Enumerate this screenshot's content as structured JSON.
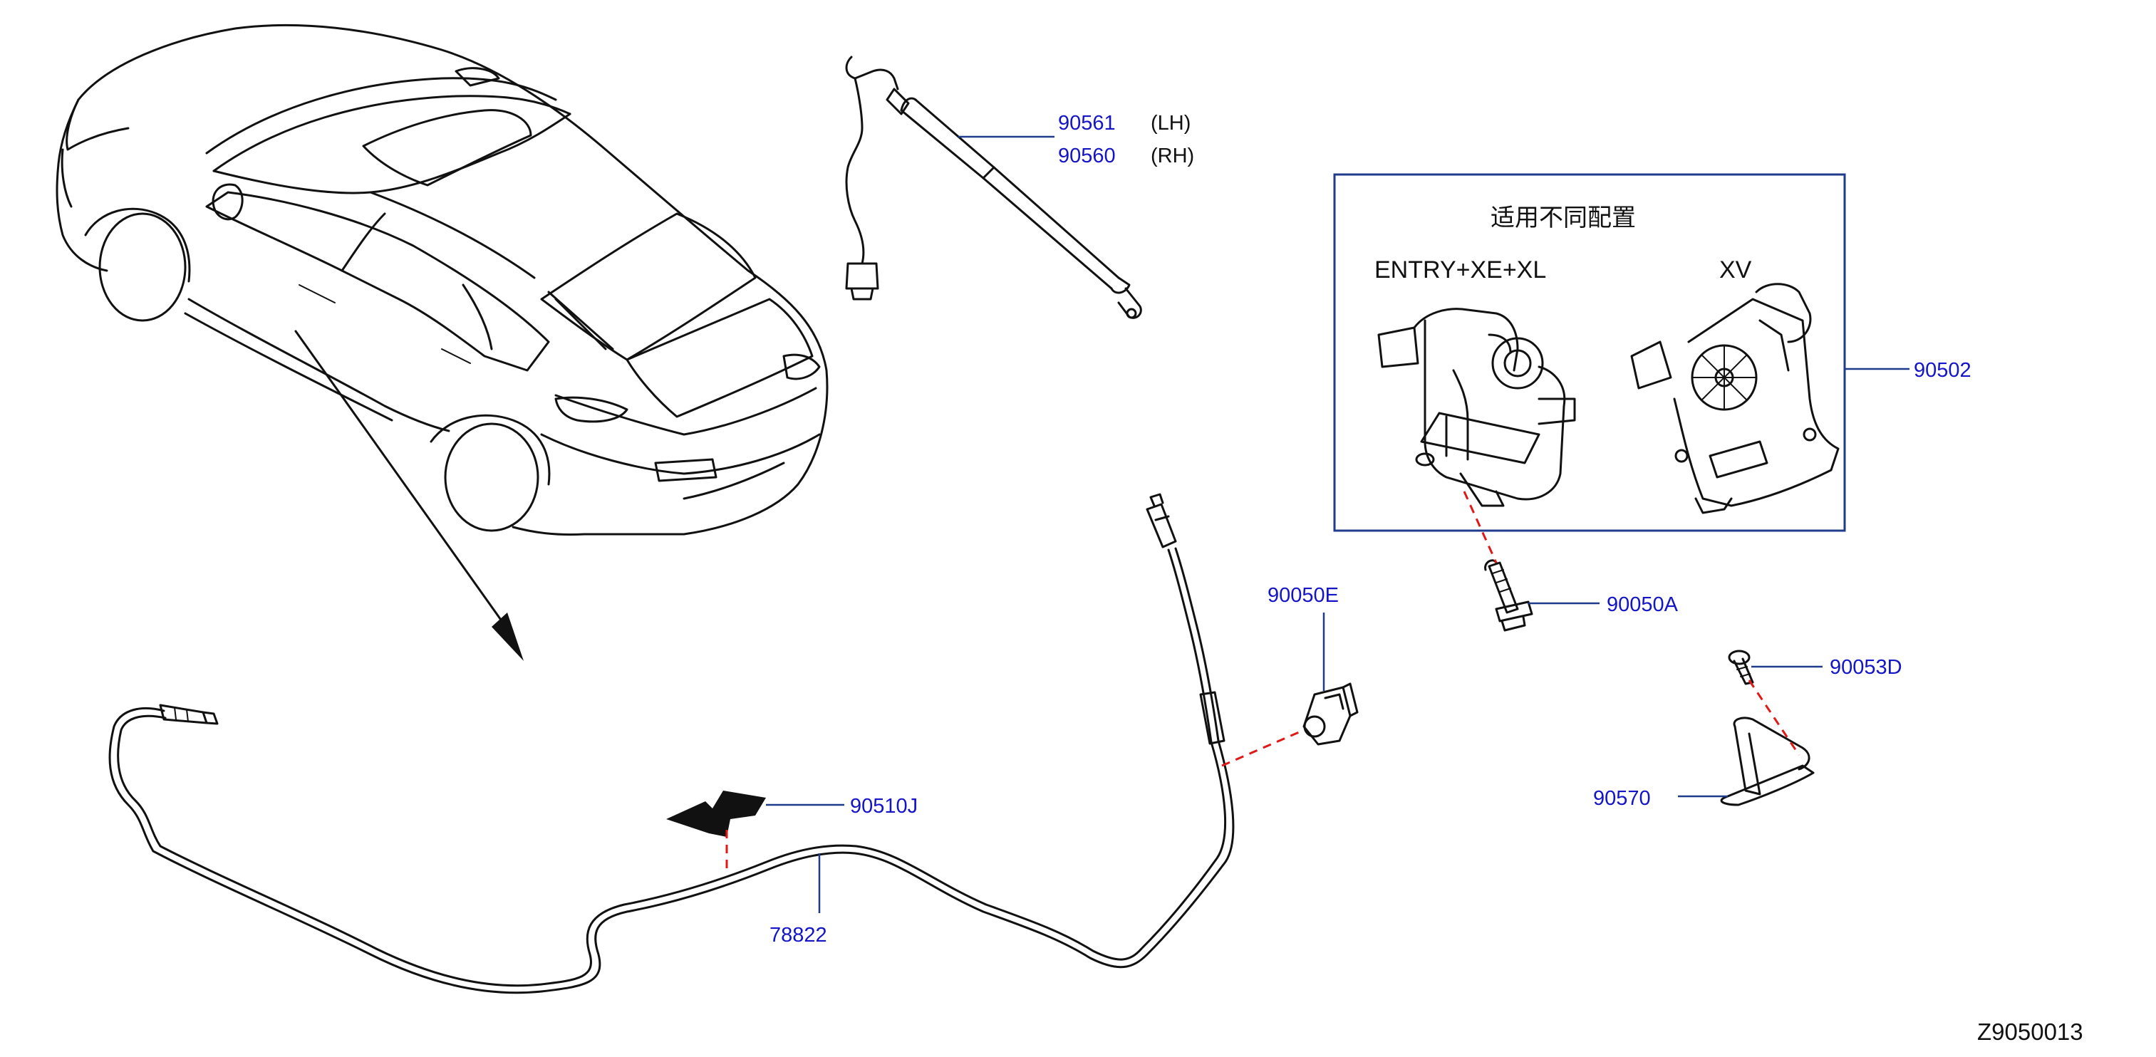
{
  "diagram_code": "Z9050013",
  "options_box": {
    "title": "适用不同配置",
    "variant_left": "ENTRY+XE+XL",
    "variant_right": "XV"
  },
  "parts": {
    "strut_lh": {
      "number": "90561",
      "side": "(LH)"
    },
    "strut_rh": {
      "number": "90560",
      "side": "(RH)"
    },
    "latch_assembly": {
      "number": "90502"
    },
    "clip_e": {
      "number": "90050E"
    },
    "bolt_a": {
      "number": "90050A"
    },
    "screw_d": {
      "number": "90053D"
    },
    "striker": {
      "number": "90570"
    },
    "clamp_j": {
      "number": "90510J"
    },
    "harness": {
      "number": "78822"
    }
  }
}
